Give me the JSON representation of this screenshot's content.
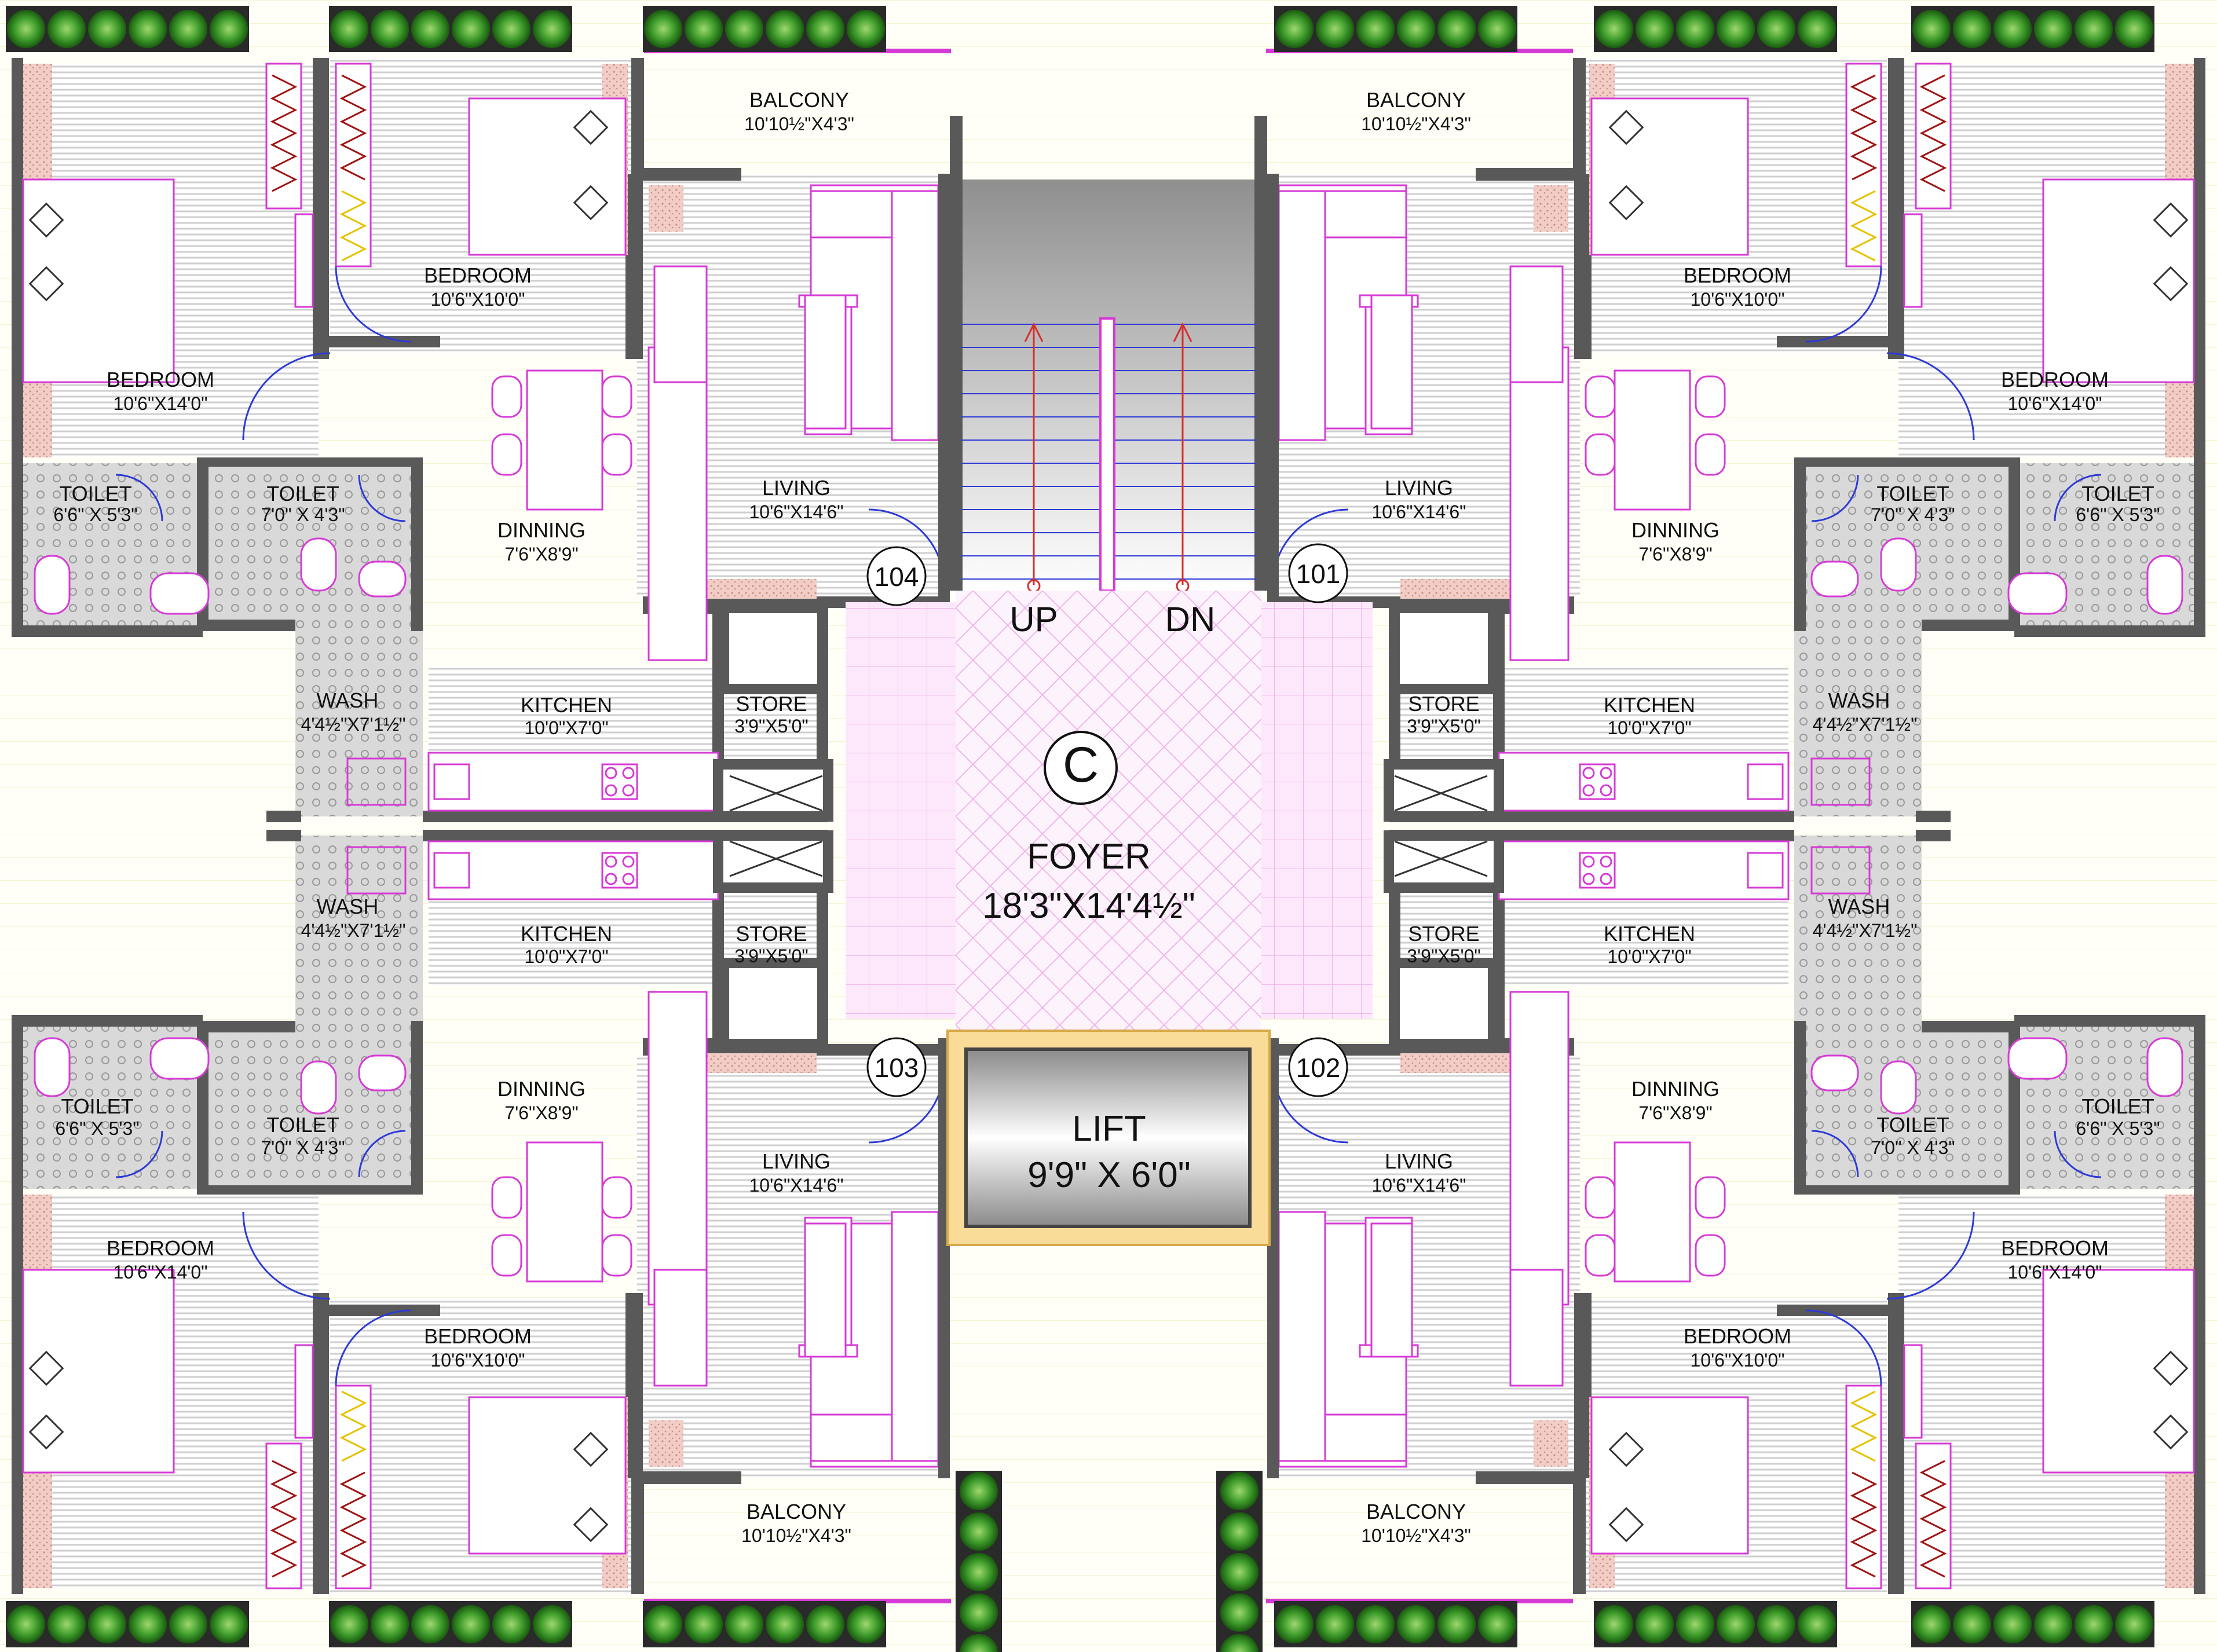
{
  "colors": {
    "wall": "#595959",
    "floor_stripe": "#cfcfcf",
    "furniture": "#d63ad6",
    "wall_finish": "#e6b6ae",
    "plant": "#3e9c2b",
    "lift_frame": "#f9dc98",
    "foyer_grid": "#f4c2ee",
    "door": "#2e3ad6",
    "stair_arrow": "#d62e2e"
  },
  "core": {
    "foyer": {
      "name": "FOYER",
      "size": "18'3\"X14'4½\""
    },
    "wing_label": "C",
    "lift": {
      "name": "LIFT",
      "size": "9'9\" X 6'0\""
    },
    "stair_up": "UP",
    "stair_down": "DN"
  },
  "flats": [
    {
      "number": "104"
    },
    {
      "number": "101"
    },
    {
      "number": "103"
    },
    {
      "number": "102"
    }
  ],
  "rooms": {
    "balcony": {
      "name": "BALCONY",
      "size": "10'10½\"X4'3\""
    },
    "bedroom_small": {
      "name": "BEDROOM",
      "size": "10'6\"X10'0\""
    },
    "bedroom_large": {
      "name": "BEDROOM",
      "size": "10'6\"X14'0\""
    },
    "living": {
      "name": "LIVING",
      "size": "10'6\"X14'6\""
    },
    "dinning": {
      "name": "DINNING",
      "size": "7'6\"X8'9\""
    },
    "kitchen": {
      "name": "KITCHEN",
      "size": "10'0\"X7'0\""
    },
    "store": {
      "name": "STORE",
      "size": "3'9\"X5'0\""
    },
    "wash": {
      "name": "WASH",
      "size": "4'4½\"X7'1½\""
    },
    "toilet_large": {
      "name": "TOILET",
      "size": "6'6\" X 5'3\""
    },
    "toilet_small": {
      "name": "TOILET",
      "size": "7'0\" X 4'3\""
    }
  }
}
